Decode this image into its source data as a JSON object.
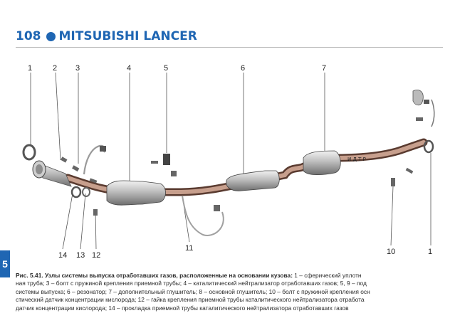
{
  "header": {
    "page_number": "108",
    "book_title": "MITSUBISHI LANCER"
  },
  "chapter_tab": "5",
  "callouts": {
    "c1": "1",
    "c2": "2",
    "c3": "3",
    "c4": "4",
    "c5": "5",
    "c6": "6",
    "c7": "7",
    "c1r": "1",
    "c10": "10",
    "c11": "11",
    "c12": "12",
    "c13": "13",
    "c14": "14"
  },
  "muffler_stamp": "И Д Т Р",
  "caption": {
    "lead": "Рис. 5.41. Узлы системы выпуска отработавших газов, расположенные на основании кузова:",
    "line1_rest": " 1 – сферический уплотн",
    "line2": "ная труба; 3 – болт с пружиной крепления приемной трубы; 4 – каталитический нейтрализатор отработавших газов; 5, 9 – под",
    "line3": "системы выпуска; 6 – резонатор; 7 – дополнительный глушитель; 8 – основной глушитель; 10 – болт с пружиной крепления осн",
    "line4": "стический датчик концентрации кислорода; 12 – гайка крепления приемной трубы каталитического нейтрализатора отработа",
    "line5": "датчик концентрации кислорода; 14 – прокладка приемной трубы каталитического нейтрализатора отработавших газов"
  }
}
